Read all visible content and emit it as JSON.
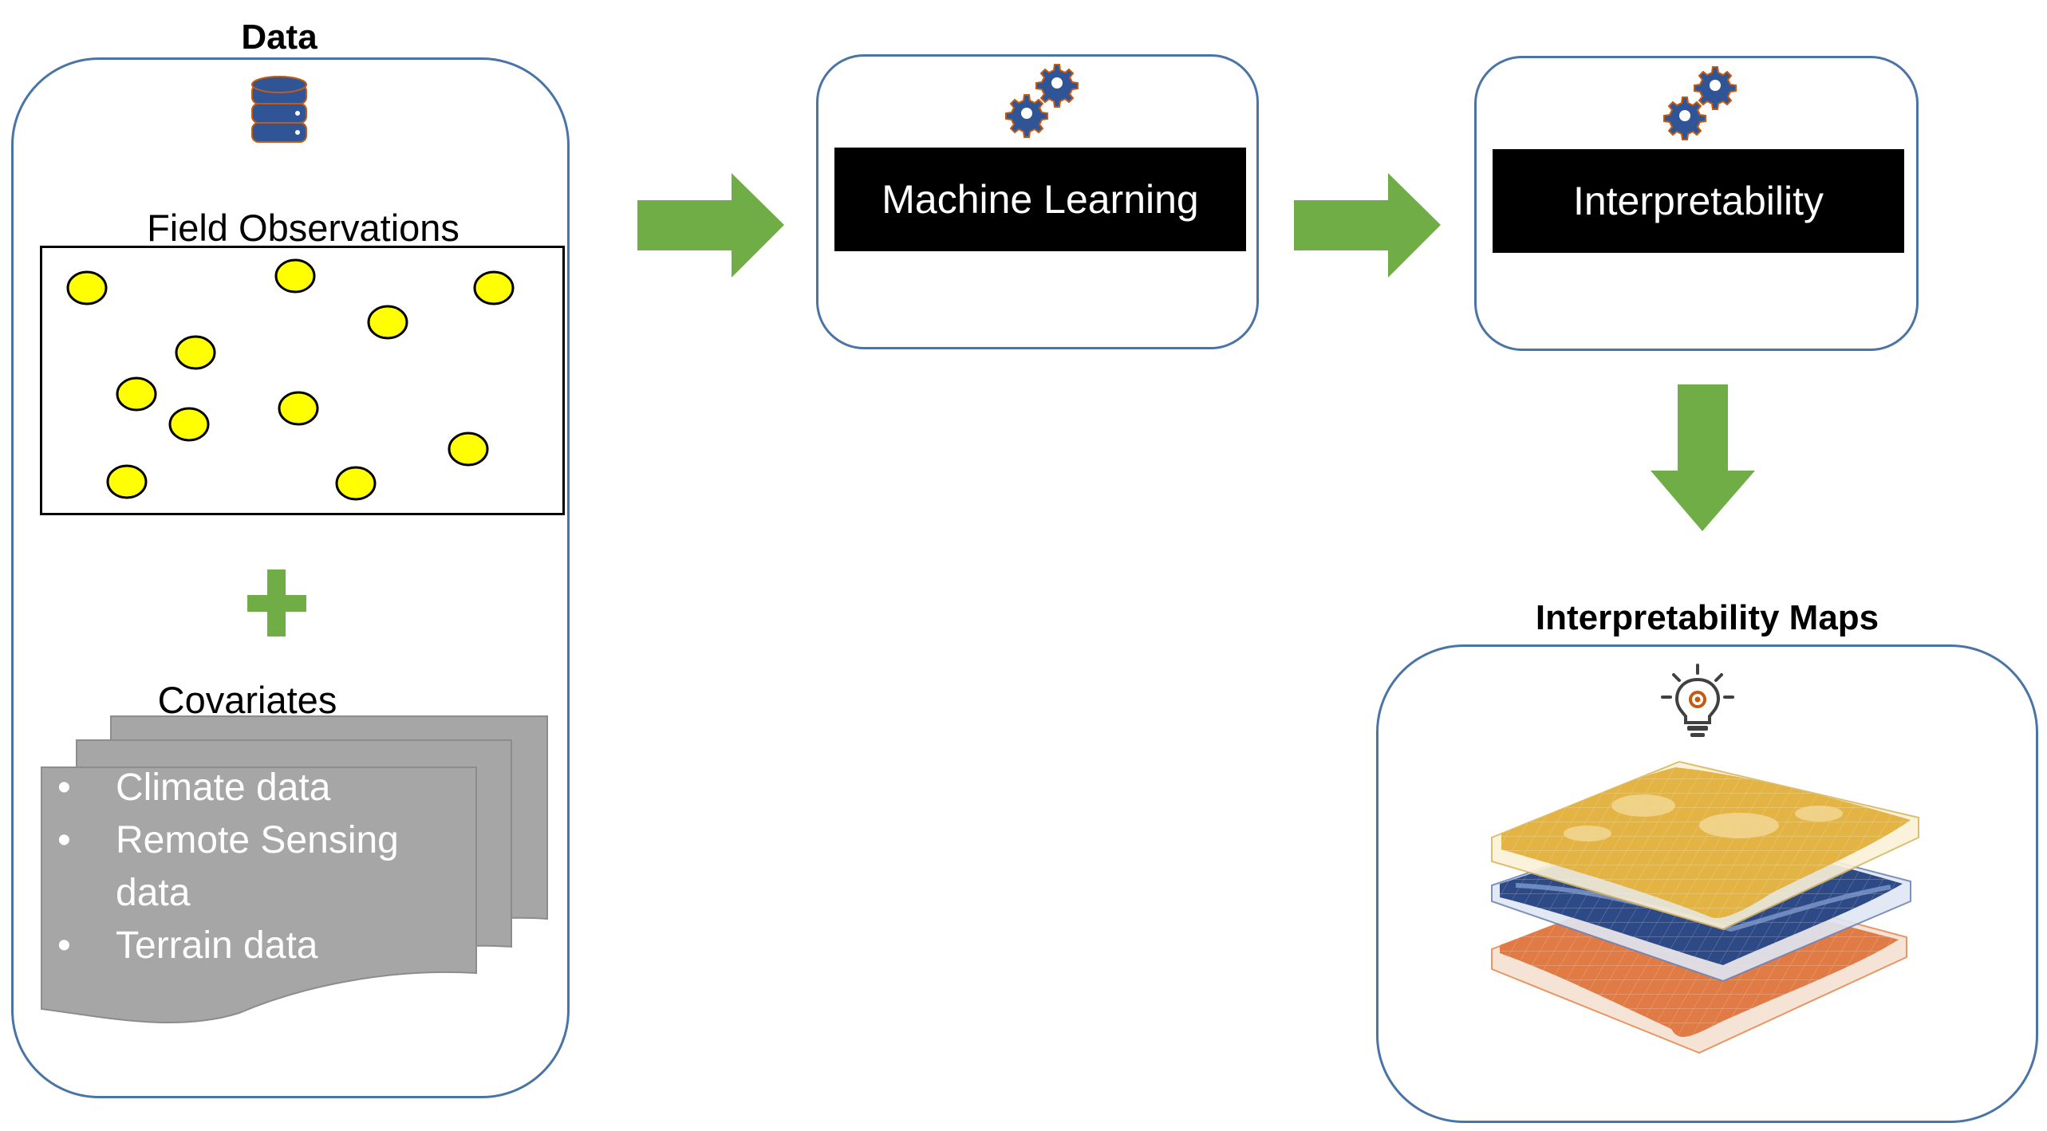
{
  "data_panel": {
    "title": "Data",
    "field_observations_label": "Field Observations",
    "covariates_label": "Covariates",
    "covariates": [
      {
        "line1": "Climate data",
        "line2": ""
      },
      {
        "line1": "Remote Sensing",
        "line2": "data"
      },
      {
        "line1": "Terrain data",
        "line2": ""
      }
    ]
  },
  "ml_panel": {
    "label": "Machine Learning"
  },
  "interp_panel": {
    "label": "Interpretability"
  },
  "maps_panel": {
    "title": "Interpretability Maps"
  },
  "colors": {
    "panel_border": "#4a74a6",
    "arrow": "#70ad47",
    "dot_fill": "#ffff00",
    "gear": "#2f5597",
    "gear_outline": "#c55a11",
    "doc_gray": "#a6a6a6",
    "bar": "#000000"
  },
  "icons": [
    "database-icon",
    "gears-icon",
    "plus-icon",
    "lightbulb-icon"
  ]
}
